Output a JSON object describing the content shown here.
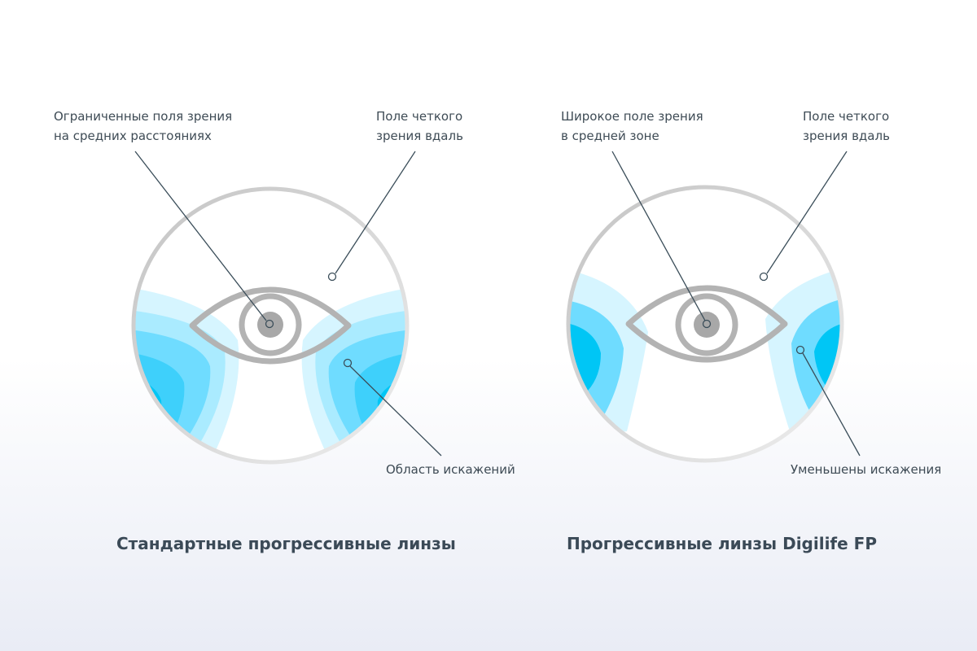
{
  "colors": {
    "zone_light": "#d6f5ff",
    "zone_mid": "#aaebff",
    "zone_strong": "#6fdcff",
    "zone_deep": "#3ed0fb",
    "zone_core": "#00c6f5",
    "rim": "#cfcfcf",
    "eye": "#b3b3b3",
    "pupil": "#a8a8a8",
    "leader": "#3a4d59",
    "text": "#3e4b55"
  },
  "icons": [
    "eye-icon",
    "lens-rim"
  ],
  "left_lens": {
    "label_limited": [
      "Ограниченные поля зрения",
      "на средних расстояниях"
    ],
    "label_far": [
      "Поле четкого",
      "зрения вдаль"
    ],
    "label_distortion": "Область искажений",
    "caption": "Стандартные прогрессивные линзы"
  },
  "right_lens": {
    "label_wide": [
      "Широкое поле зрения",
      "в средней зоне"
    ],
    "label_far": [
      "Поле четкого",
      "зрения вдаль"
    ],
    "label_distortion": "Уменьшены искажения",
    "caption": "Прогрессивные линзы Digilife FP"
  }
}
